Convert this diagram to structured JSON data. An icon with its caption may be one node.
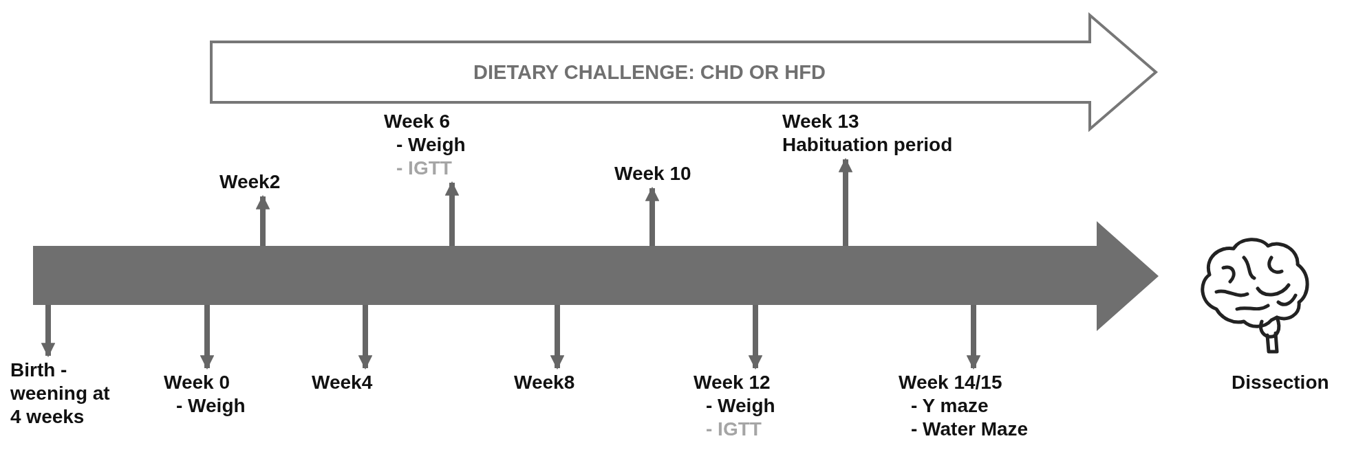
{
  "diagram": {
    "nodes": [
      {
        "text": [
          "DIETARY CHALLENGE: CHD OR HFD"
        ]
      },
      {
        "text": [],
        "shape": "arrow"
      },
      {
        "text": [
          "Birth -weening at 4 weeks"
        ]
      },
      {
        "text": [
          "Week 0",
          "- Weigh"
        ]
      },
      {
        "text": [
          "Week2"
        ]
      },
      {
        "text": [
          "Week4"
        ]
      },
      {
        "text": [
          "Week 6",
          "- Weigh",
          "- IGTT"
        ]
      },
      {
        "text": [
          "Week8"
        ]
      },
      {
        "text": [
          "Week 10"
        ]
      },
      {
        "text": [
          "Week 12",
          "- Weigh",
          "- IGTT"
        ]
      },
      {
        "text": [
          "Week 13",
          "Habituation period"
        ]
      },
      {
        "text": [
          "Week 14/15",
          "- Y maze",
          "- Water Maze"
        ]
      }
    ],
    "edges": [
      {
        "from": 1,
        "to": 2,
        "arrow": "to"
      },
      {
        "from": 1,
        "to": 3,
        "arrow": "to"
      },
      {
        "from": 1,
        "to": 4,
        "arrow": "to"
      },
      {
        "from": 1,
        "to": 5,
        "arrow": "to"
      },
      {
        "from": 1,
        "to": 6,
        "arrow": "to"
      },
      {
        "from": 1,
        "to": 7,
        "arrow": "to"
      },
      {
        "from": 1,
        "to": 8,
        "arrow": "to"
      },
      {
        "from": 1,
        "to": 9,
        "arrow": "to"
      },
      {
        "from": 1,
        "to": 10,
        "arrow": "to"
      },
      {
        "from": 1,
        "to": 11,
        "arrow": "to"
      }
    ],
    "labels": [
      "Dissection"
    ]
  }
}
